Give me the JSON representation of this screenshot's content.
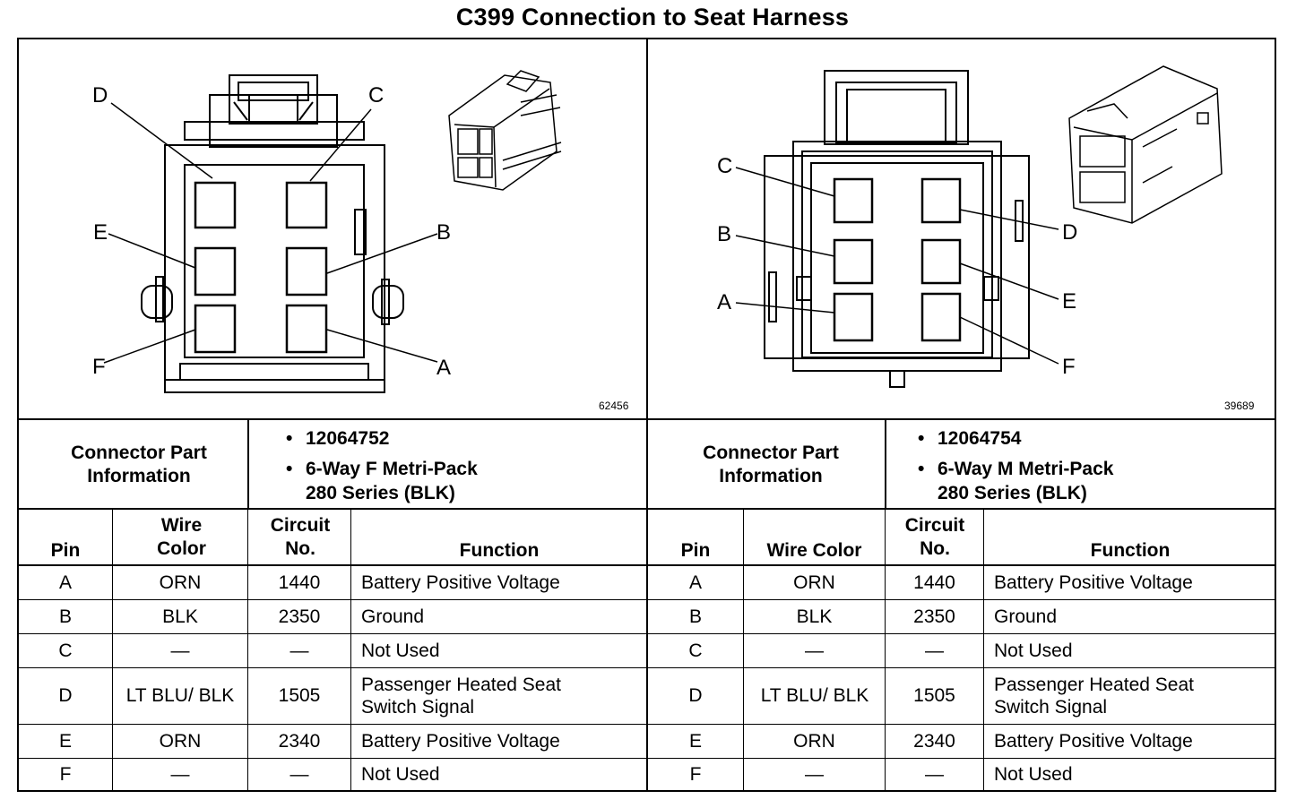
{
  "title": "C399 Connection to Seat Harness",
  "connectors": [
    {
      "figure_number": "62456",
      "info_label": "Connector Part Information",
      "part_number": "12064752",
      "description_line1": "6-Way F Metri-Pack",
      "description_line2": "280 Series (BLK)",
      "headers": {
        "pin": "Pin",
        "wire_color": "Wire Color",
        "circuit": "Circuit No.",
        "function": "Function"
      },
      "callouts": [
        "D",
        "C",
        "E",
        "B",
        "F",
        "A"
      ],
      "rows": [
        {
          "pin": "A",
          "wire_color": "ORN",
          "circuit": "1440",
          "function": "Battery Positive Voltage"
        },
        {
          "pin": "B",
          "wire_color": "BLK",
          "circuit": "2350",
          "function": "Ground"
        },
        {
          "pin": "C",
          "wire_color": "—",
          "circuit": "—",
          "function": "Not Used"
        },
        {
          "pin": "D",
          "wire_color": "LT BLU/ BLK",
          "circuit": "1505",
          "function": "Passenger Heated Seat Switch Signal"
        },
        {
          "pin": "E",
          "wire_color": "ORN",
          "circuit": "2340",
          "function": "Battery Positive Voltage"
        },
        {
          "pin": "F",
          "wire_color": "—",
          "circuit": "—",
          "function": "Not Used"
        }
      ]
    },
    {
      "figure_number": "39689",
      "info_label": "Connector Part Information",
      "part_number": "12064754",
      "description_line1": "6-Way M Metri-Pack",
      "description_line2": "280 Series (BLK)",
      "headers": {
        "pin": "Pin",
        "wire_color": "Wire Color",
        "circuit": "Circuit No.",
        "function": "Function"
      },
      "callouts": [
        "C",
        "D",
        "B",
        "E",
        "A",
        "F"
      ],
      "rows": [
        {
          "pin": "A",
          "wire_color": "ORN",
          "circuit": "1440",
          "function": "Battery Positive Voltage"
        },
        {
          "pin": "B",
          "wire_color": "BLK",
          "circuit": "2350",
          "function": "Ground"
        },
        {
          "pin": "C",
          "wire_color": "—",
          "circuit": "—",
          "function": "Not Used"
        },
        {
          "pin": "D",
          "wire_color": "LT BLU/ BLK",
          "circuit": "1505",
          "function": "Passenger Heated Seat Switch Signal"
        },
        {
          "pin": "E",
          "wire_color": "ORN",
          "circuit": "2340",
          "function": "Battery Positive Voltage"
        },
        {
          "pin": "F",
          "wire_color": "—",
          "circuit": "—",
          "function": "Not Used"
        }
      ]
    }
  ]
}
